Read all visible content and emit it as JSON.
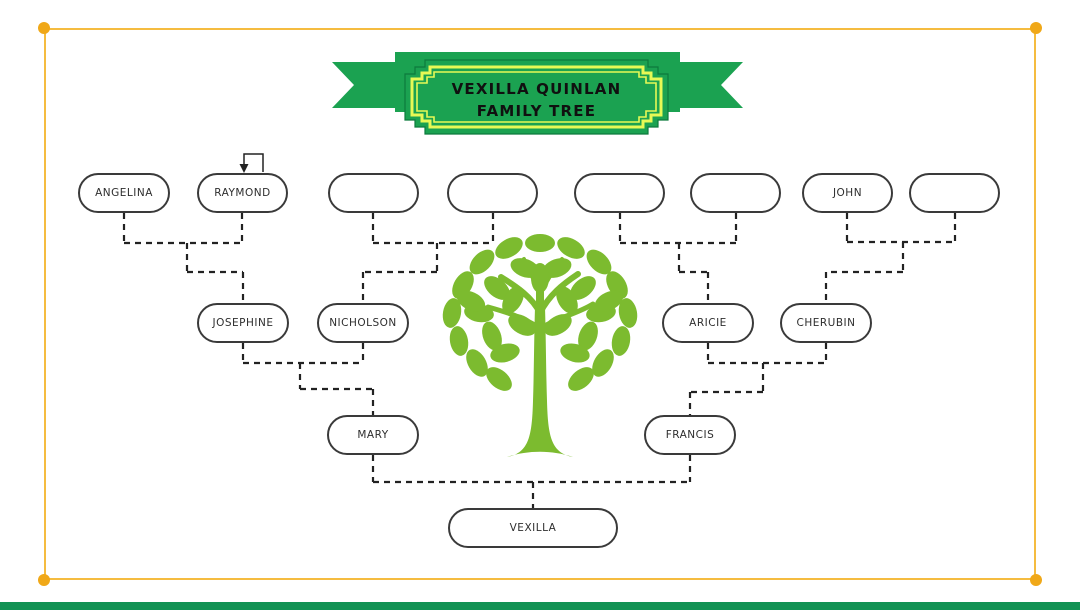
{
  "banner": {
    "title_line1": "VEXILLA QUINLAN",
    "title_line2": "FAMILY TREE"
  },
  "nodes": [
    {
      "id": "angelina",
      "label": "ANGELINA"
    },
    {
      "id": "raymond",
      "label": "RAYMOND"
    },
    {
      "id": "grandparent-3",
      "label": ""
    },
    {
      "id": "grandparent-4",
      "label": ""
    },
    {
      "id": "grandparent-5",
      "label": ""
    },
    {
      "id": "grandparent-6",
      "label": ""
    },
    {
      "id": "john",
      "label": "JOHN"
    },
    {
      "id": "grandparent-8",
      "label": ""
    },
    {
      "id": "josephine",
      "label": "JOSEPHINE"
    },
    {
      "id": "nicholson",
      "label": "NICHOLSON"
    },
    {
      "id": "aricie",
      "label": "ARICIE"
    },
    {
      "id": "cherubin",
      "label": "CHERUBIN"
    },
    {
      "id": "mary",
      "label": "MARY"
    },
    {
      "id": "francis",
      "label": "FRANCIS"
    },
    {
      "id": "vexilla",
      "label": "VEXILLA"
    }
  ],
  "icons": {
    "tree": "tree-silhouette",
    "ribbon": "banner-ribbon",
    "self_loop": "self-loop-arrow"
  },
  "colors": {
    "ribbon_green": "#1BA251",
    "ribbon_edge": "#0C7A3C",
    "accent_yellow_green": "#E7F955",
    "tree_green": "#7CBB2F",
    "frame_yellow": "#F5BC40",
    "frame_dot": "#F0A818",
    "footer_green": "#129254",
    "line_color": "#222222",
    "node_border": "#3A3A3A"
  }
}
